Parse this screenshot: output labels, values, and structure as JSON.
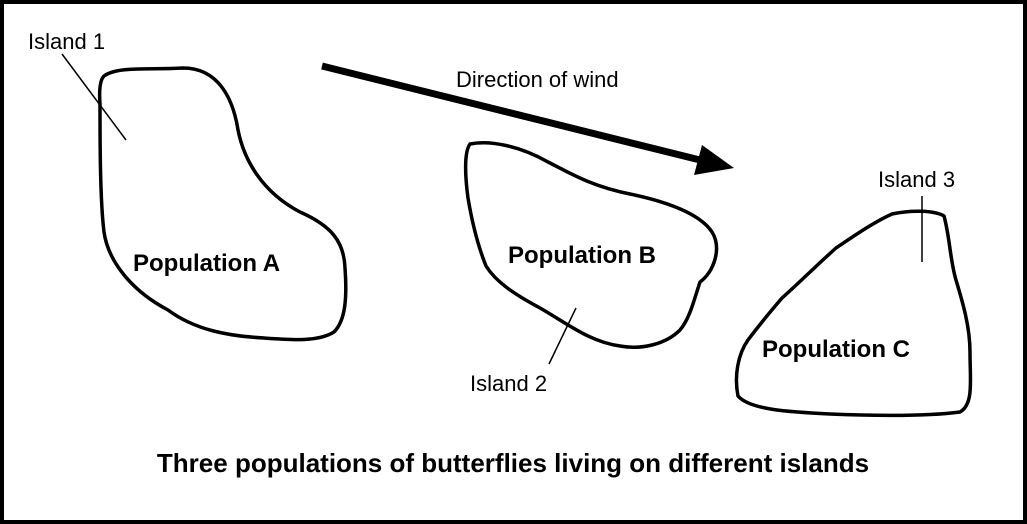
{
  "islands": [
    {
      "label": "Island 1",
      "population": "Population A"
    },
    {
      "label": "Island 2",
      "population": "Population B"
    },
    {
      "label": "Island 3",
      "population": "Population C"
    }
  ],
  "wind": {
    "label": "Direction of wind"
  },
  "caption": "Three populations of butterflies living on different islands"
}
